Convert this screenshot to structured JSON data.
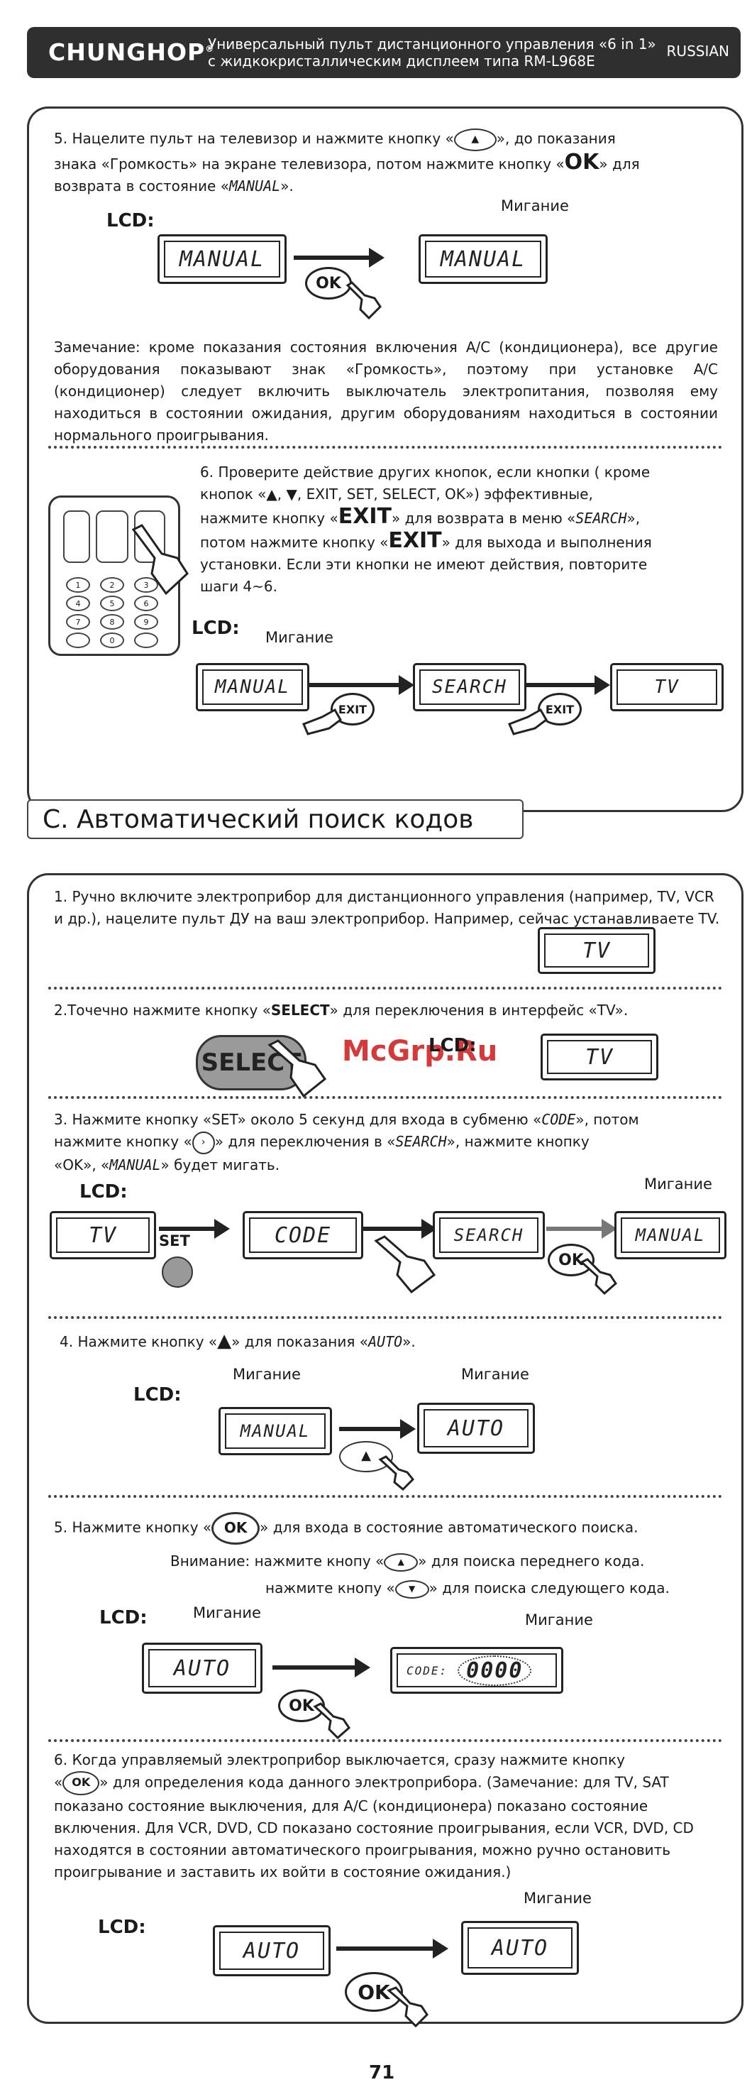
{
  "header": {
    "brand": "CHUNGHOP",
    "subtitle_line1": "Универсальный пульт дистанционного управления «6 in 1»",
    "subtitle_line2": "с жидкокристаллическим дисплеем типа RM-L968E",
    "language": "RUSSIAN"
  },
  "step5": {
    "text_a": "5. Нацелите пульт на телевизор и нажмите кнопку «",
    "text_b": "», до показания",
    "text_c": "знака «Громкость» на экране телевизора, потом нажмите кнопку «",
    "ok": "OK",
    "text_d": "» для",
    "text_e": "возврата в состояние «",
    "manual": "MANUAL",
    "text_f": "».",
    "lcd": "LCD:",
    "blink": "Мигание",
    "lcd_left": "MANUAL",
    "lcd_right": "MANUAL",
    "ok_btn": "OK",
    "note": "Замечание: кроме показания состояния включения А/С (кондиционера), все другие оборудования показывают знак «Громкость», поэтому при установке А/С (кондиционер) следует включить выключатель электропитания, позволяя ему находиться в состоянии ожидания, другим оборудованиям находиться в состоянии нормального проигрывания."
  },
  "step6": {
    "text_a": "6. Проверите действие других кнопок, если кнопки ( кроме",
    "text_b": "кнопок «",
    "up": "▲",
    "down": "▼",
    "text_c": ", EXIT, SET, SELECT, OK») эффективные,",
    "text_d": "нажмите кнопку «",
    "exit": "EXIT",
    "text_e": "» для возврата в меню «",
    "search": "SEARCH",
    "text_f": "»,",
    "text_g": "потом нажмите кнопку «",
    "text_h": "» для выхода и выполнения",
    "text_i": "установки. Если эти кнопки не имеют действия, повторите",
    "text_j": "шаги 4~6.",
    "lcd": "LCD:",
    "blink": "Мигание",
    "lcd1": "MANUAL",
    "lcd2": "SEARCH",
    "lcd3": "TV",
    "exit_btn": "EXIT"
  },
  "section_c": {
    "title": "C. Автоматический поиск кодов"
  },
  "c1": {
    "text": "1. Ручно включите электроприбор для дистанционного управления (например, TV, VCR и др.), нацелите пульт ДУ на ваш электроприбор. Например, сейчас устанавливаете TV.",
    "lcd": "TV"
  },
  "c2": {
    "text_a": "2.Точечно нажмите кнопку «",
    "select": "SELECT",
    "text_b": "» для переключения в интерфейс «TV».",
    "select_btn": "SELECT",
    "lcd_label": "LCD:",
    "lcd": "TV"
  },
  "c3": {
    "text_a": "3. Нажмите кнопку «SET» около 5 секунд для входа в субменю «",
    "code": "CODE",
    "text_b": "», потом",
    "text_c": "нажмите кнопку «",
    "text_d": "» для переключения в «",
    "search": "SEARCH",
    "text_e": "», нажмите кнопку",
    "text_f": "«OK», «",
    "manual": "MANUAL",
    "text_g": "» будет мигать.",
    "lcd": "LCD:",
    "blink": "Мигание",
    "lcd1": "TV",
    "lcd2": "CODE",
    "lcd3": "SEARCH",
    "lcd4": "MANUAL",
    "set_label": "SET",
    "ok_btn": "OK"
  },
  "c4": {
    "text_a": "4. Нажмите кнопку «",
    "up": "▲",
    "text_b": "» для показания «",
    "auto": "AUTO",
    "text_c": "».",
    "lcd": "LCD:",
    "blink1": "Мигание",
    "blink2": "Мигание",
    "lcd1": "MANUAL",
    "lcd2": "AUTO"
  },
  "c5": {
    "text_a": "5. Нажмите кнопку «",
    "ok": "OK",
    "text_b": "» для входа в состояние автоматического поиска.",
    "note1_a": "Внимание: нажмите кнопу «",
    "note1_b": "» для поиска переднего кода.",
    "note2_a": "нажмите кнопу «",
    "note2_b": "» для поиска следующего кода.",
    "lcd": "LCD:",
    "blink1": "Мигание",
    "blink2": "Мигание",
    "lcd1": "AUTO",
    "code_label": "CODE:",
    "code_value": "0000",
    "ok_btn": "OK"
  },
  "c6": {
    "text_a": "6. Когда управляемый электроприбор выключается, сразу нажмите кнопку",
    "text_b": "«",
    "ok": "OK",
    "text_c": "» для определения кода данного электроприбора. (Замечание: для TV, SAT показано состояние выключения, для A/C (кондиционера) показано состояние включения. Для VCR, DVD, CD показано состояние проигрывания, если VCR, DVD, CD находятся в состоянии автоматического проигрывания, можно ручно остановить проигрывание и заставить их войти в состояние ожидания.)",
    "lcd": "LCD:",
    "blink": "Мигание",
    "lcd1": "AUTO",
    "lcd2": "AUTO",
    "ok_btn": "OK"
  },
  "watermark": "McGrp.Ru",
  "page_number": "71"
}
